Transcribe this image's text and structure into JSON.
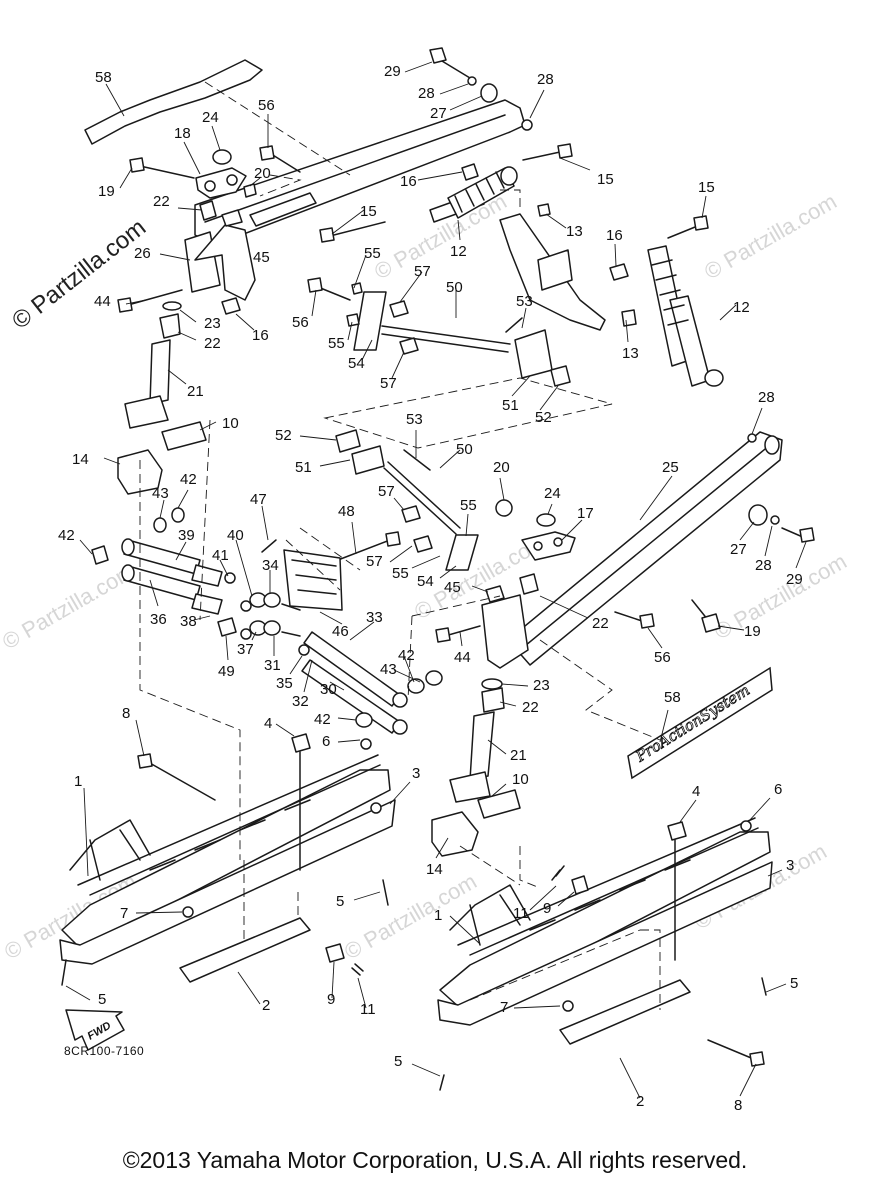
{
  "watermark": {
    "main": "© Partzilla.com",
    "faint": "© Partzilla.com"
  },
  "diagram_code": "8CR100-7160",
  "copyright": "©2013 Yamaha Motor Corporation, U.S.A. All rights reserved.",
  "fwd_label": "FWD",
  "logo_text": "ProActionSystem",
  "callouts": [
    "58",
    "29",
    "28",
    "28",
    "27",
    "24",
    "56",
    "18",
    "20",
    "19",
    "22",
    "16",
    "15",
    "15",
    "15",
    "16",
    "13",
    "12",
    "12",
    "13",
    "26",
    "45",
    "55",
    "57",
    "56",
    "55",
    "50",
    "53",
    "54",
    "57",
    "44",
    "23",
    "22",
    "16",
    "21",
    "10",
    "51",
    "52",
    "28",
    "25",
    "14",
    "52",
    "53",
    "51",
    "50",
    "20",
    "24",
    "42",
    "43",
    "57",
    "55",
    "17",
    "47",
    "48",
    "42",
    "39",
    "40",
    "41",
    "34",
    "57",
    "55",
    "54",
    "45",
    "27",
    "28",
    "29",
    "36",
    "37",
    "33",
    "38",
    "49",
    "31",
    "46",
    "44",
    "22",
    "56",
    "19",
    "42",
    "43",
    "23",
    "35",
    "32",
    "30",
    "42",
    "22",
    "8",
    "4",
    "6",
    "58",
    "21",
    "10",
    "3",
    "4",
    "6",
    "1",
    "14",
    "3",
    "7",
    "5",
    "11",
    "9",
    "1",
    "5",
    "9",
    "2",
    "11",
    "7",
    "5",
    "5",
    "2",
    "8"
  ]
}
